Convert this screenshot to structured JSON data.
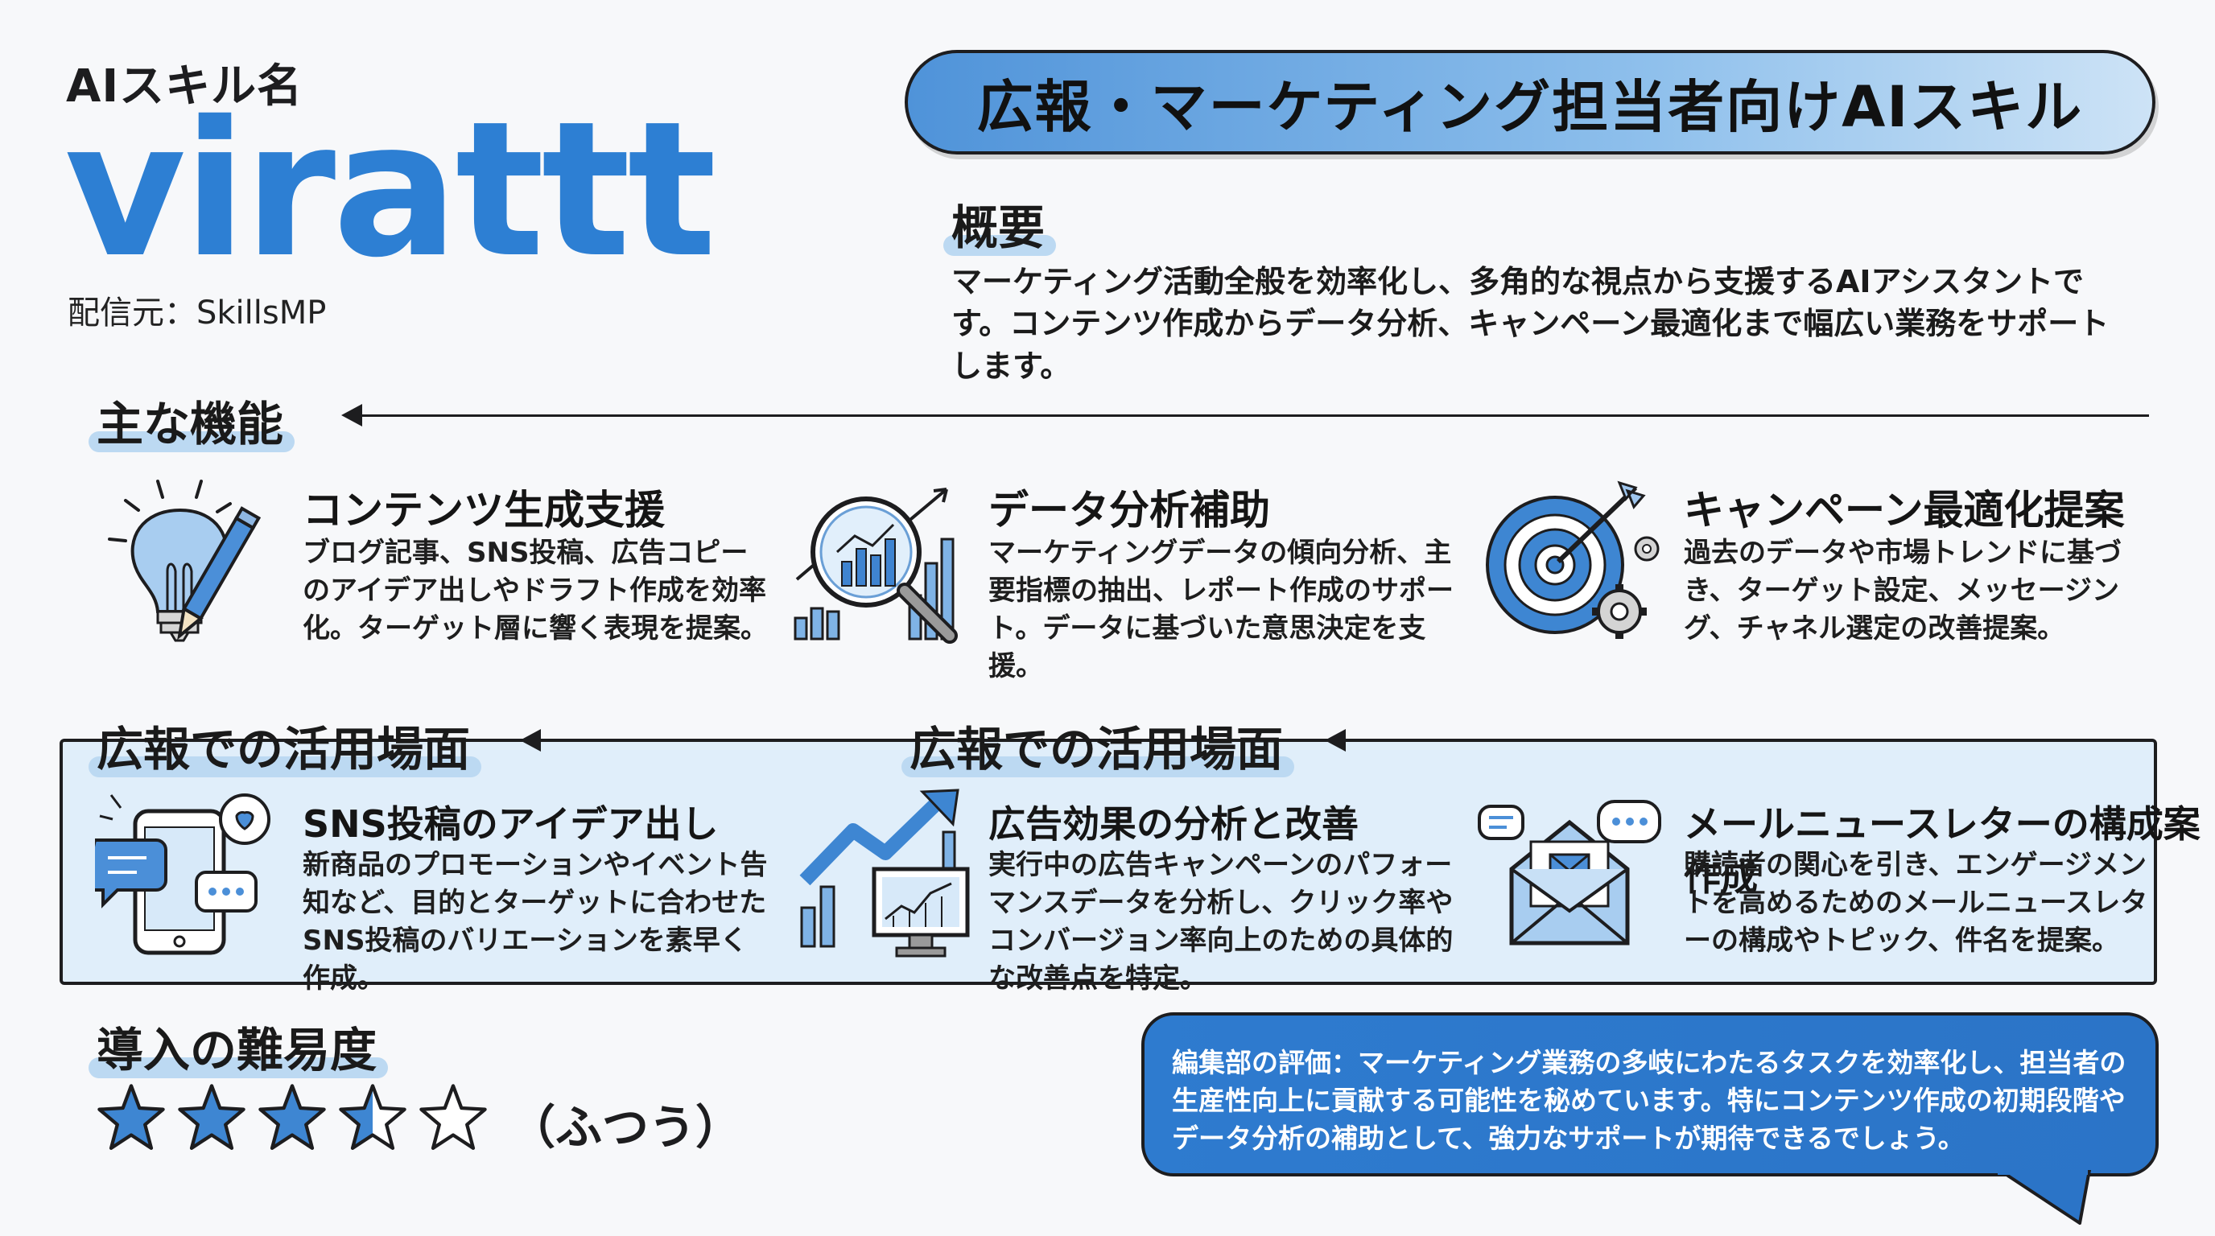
{
  "header": {
    "skill_label": "AIスキル名",
    "skill_name": "virattt",
    "source": "配信元：SkillsMP",
    "banner_title": "広報・マーケティング担当者向けAIスキル"
  },
  "overview": {
    "heading": "概要",
    "text": "マーケティング活動全般を効率化し、多角的な視点から支援するAIアシスタントです。コンテンツ作成からデータ分析、キャンペーン最適化まで幅広い業務をサポートします。"
  },
  "features": {
    "heading": "主な機能",
    "items": [
      {
        "title": "コンテンツ生成支援",
        "text": "ブログ記事、SNS投稿、広告コピーのアイデア出しやドラフト作成を効率化。ターゲット層に響く表現を提案。",
        "icon": "lightbulb-pen-icon"
      },
      {
        "title": "データ分析補助",
        "text": "マーケティングデータの傾向分析、主要指標の抽出、レポート作成のサポート。データに基づいた意思決定を支援。",
        "icon": "magnifier-chart-icon"
      },
      {
        "title": "キャンペーン最適化提案",
        "text": "過去のデータや市場トレンドに基づき、ターゲット設定、メッセージング、チャネル選定の改善提案。",
        "icon": "target-gear-icon"
      }
    ]
  },
  "usecases": {
    "heading_left": "広報での活用場面",
    "heading_right": "広報での活用場面",
    "items": [
      {
        "title": "SNS投稿のアイデア出し",
        "text": "新商品のプロモーションやイベント告知など、目的とターゲットに合わせたSNS投稿のバリエーションを素早く作成。",
        "icon": "smartphone-chat-icon"
      },
      {
        "title": "広告効果の分析と改善",
        "text": "実行中の広告キャンペーンのパフォーマンスデータを分析し、クリック率やコンバージョン率向上のための具体的な改善点を特定。",
        "icon": "growth-chart-monitor-icon"
      },
      {
        "title": "メールニュースレターの構成案作成",
        "text": "購読者の関心を引き、エンゲージメントを高めるためのメールニュースレターの構成やトピック、件名を提案。",
        "icon": "envelope-chat-icon"
      }
    ]
  },
  "difficulty": {
    "heading": "導入の難易度",
    "rating": 3.5,
    "max": 5,
    "label": "（ふつう）"
  },
  "review": {
    "text": "編集部の評価：マーケティング業務の多岐にわたるタスクを効率化し、担当者の生産性向上に貢献する可能性を秘めています。特にコンテンツ作成の初期段階やデータ分析の補助として、強力なサポートが期待できるでしょう。"
  },
  "colors": {
    "accent": "#2d7fd3",
    "highlight": "#bcd9f2",
    "panel": "#e0eefa",
    "bubble": "#2e7bcf"
  }
}
